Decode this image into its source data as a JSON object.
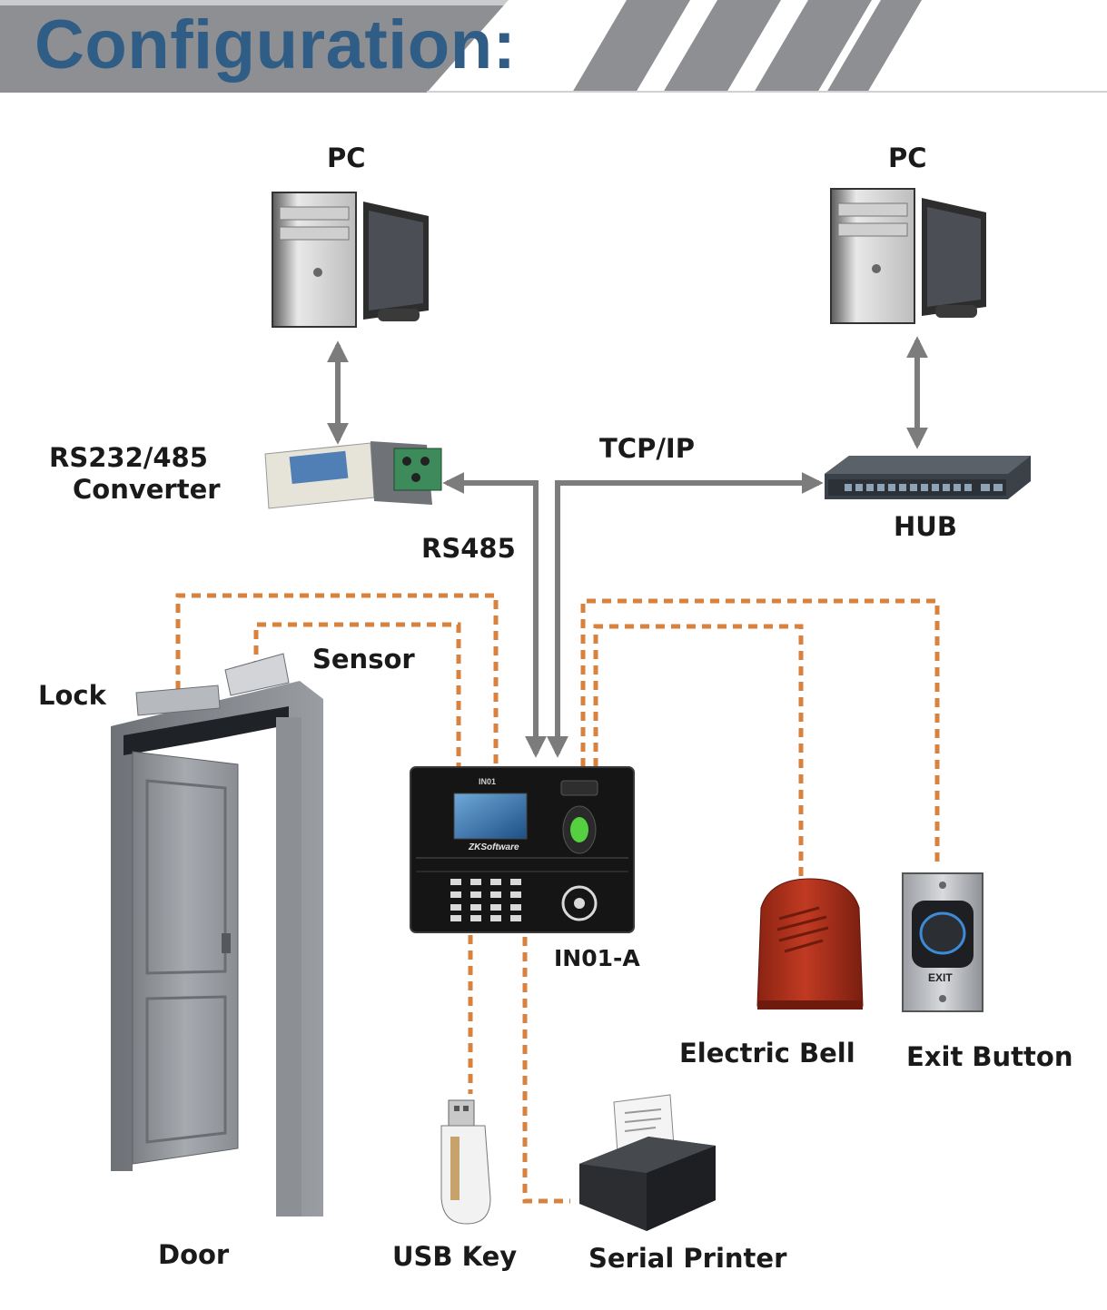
{
  "banner": {
    "title": "Configuration:"
  },
  "labels": {
    "pc_left": "PC",
    "pc_right": "PC",
    "converter_line1": "RS232/485",
    "converter_line2": "Converter",
    "tcpip": "TCP/IP",
    "hub": "HUB",
    "rs485": "RS485",
    "sensor": "Sensor",
    "lock": "Lock",
    "device": "IN01-A",
    "electric_bell": "Electric Bell",
    "exit_button": "Exit Button",
    "door": "Door",
    "usb_key": "USB Key",
    "serial_printer": "Serial Printer"
  },
  "device_screen": {
    "model": "IN01",
    "brand": "ZKSoftware"
  },
  "exit_plate_text": "EXIT",
  "colors": {
    "banner_gray": "#8d8f92",
    "title_blue": "#2f5d86",
    "wire_gray": "#7c7c7c",
    "dashed_orange": "#d9823e",
    "bell_red": "#b3301c"
  }
}
